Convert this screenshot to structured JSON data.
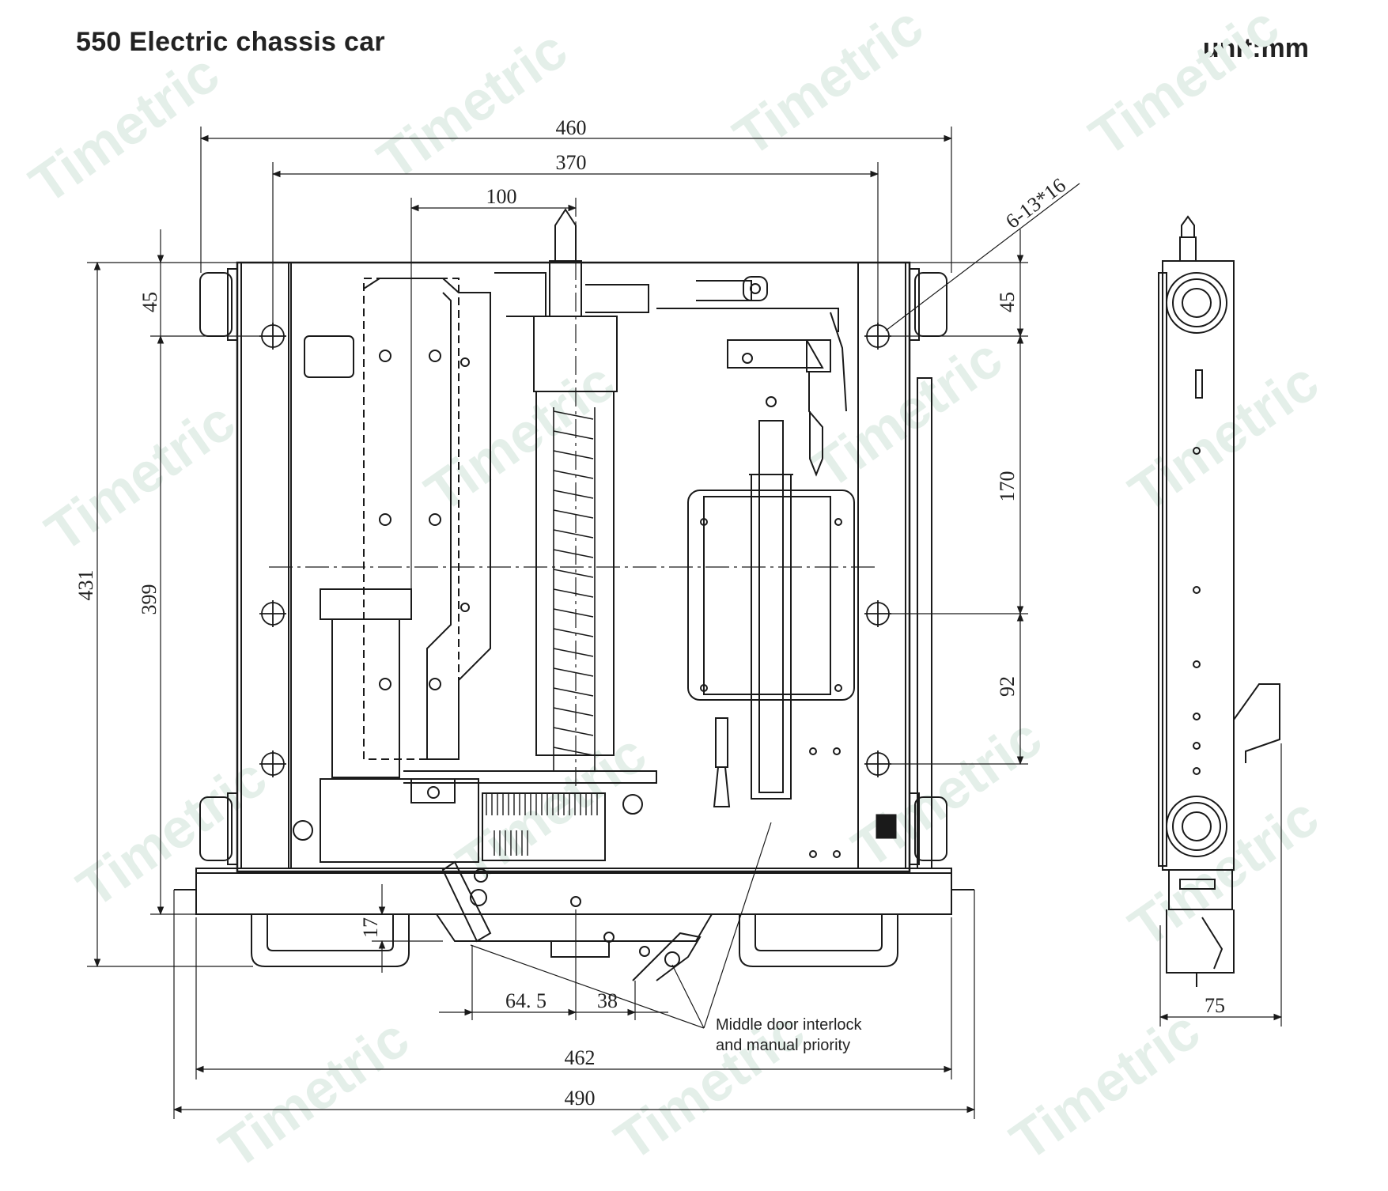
{
  "title": "550 Electric chassis car",
  "unit_label": "unit:mm",
  "watermark": "Timetric",
  "dimensions": {
    "d460": "460",
    "d370": "370",
    "d100": "100",
    "hole_spec": "6-13*16",
    "d45_left": "45",
    "d45_right": "45",
    "d431": "431",
    "d399": "399",
    "d170": "170",
    "d92": "92",
    "d17": "17",
    "d64_5": "64. 5",
    "d38": "38",
    "d462": "462",
    "d490": "490",
    "d75": "75"
  },
  "annotation": {
    "line1": "Middle door interlock",
    "line2": "and manual priority"
  },
  "colors": {
    "line": "#1a1a1a",
    "watermark": "#e4efe9",
    "background": "#ffffff"
  }
}
